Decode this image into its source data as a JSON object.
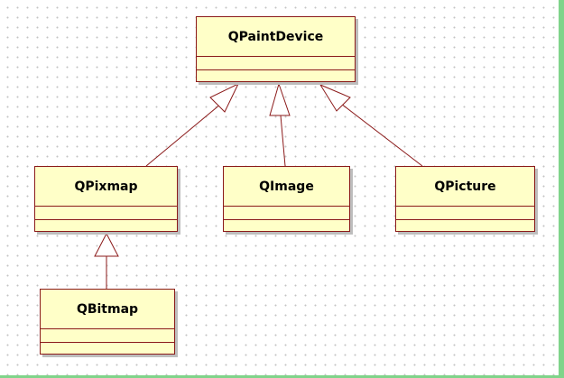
{
  "diagram": {
    "classes": [
      {
        "id": "qpaintdevice",
        "name": "QPaintDevice"
      },
      {
        "id": "qpixmap",
        "name": "QPixmap"
      },
      {
        "id": "qimage",
        "name": "QImage"
      },
      {
        "id": "qpicture",
        "name": "QPicture"
      },
      {
        "id": "qbitmap",
        "name": "QBitmap"
      }
    ],
    "generalizations": [
      {
        "from": "qpixmap",
        "to": "qpaintdevice"
      },
      {
        "from": "qimage",
        "to": "qpaintdevice"
      },
      {
        "from": "qpicture",
        "to": "qpaintdevice"
      },
      {
        "from": "qbitmap",
        "to": "qpixmap"
      }
    ],
    "colors": {
      "class_fill": "#ffffc8",
      "class_border": "#8b1a1a",
      "edge_line": "#8b1a1a",
      "grid_dot": "#c4c4c4",
      "side_edge": "#7fd48a"
    }
  }
}
